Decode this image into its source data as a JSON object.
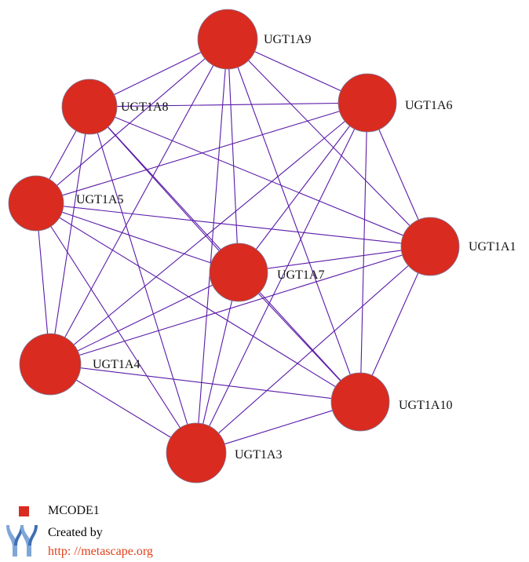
{
  "network": {
    "node_color": "#d92b1f",
    "edge_color": "#5a1aa8",
    "nodes": [
      {
        "id": "n9",
        "label": "UGT1A9"
      },
      {
        "id": "n8",
        "label": "UGT1A8"
      },
      {
        "id": "n6",
        "label": "UGT1A6"
      },
      {
        "id": "n5",
        "label": "UGT1A5"
      },
      {
        "id": "n1",
        "label": "UGT1A1"
      },
      {
        "id": "n7",
        "label": "UGT1A7"
      },
      {
        "id": "n4",
        "label": "UGT1A4"
      },
      {
        "id": "n10",
        "label": "UGT1A10"
      },
      {
        "id": "n3",
        "label": "UGT1A3"
      }
    ],
    "edges": [
      [
        "n9",
        "n8"
      ],
      [
        "n9",
        "n6"
      ],
      [
        "n9",
        "n5"
      ],
      [
        "n9",
        "n1"
      ],
      [
        "n9",
        "n7"
      ],
      [
        "n9",
        "n4"
      ],
      [
        "n9",
        "n10"
      ],
      [
        "n9",
        "n3"
      ],
      [
        "n8",
        "n6"
      ],
      [
        "n8",
        "n5"
      ],
      [
        "n8",
        "n1"
      ],
      [
        "n8",
        "n7"
      ],
      [
        "n8",
        "n4"
      ],
      [
        "n8",
        "n10"
      ],
      [
        "n8",
        "n3"
      ],
      [
        "n6",
        "n5"
      ],
      [
        "n6",
        "n1"
      ],
      [
        "n6",
        "n7"
      ],
      [
        "n6",
        "n4"
      ],
      [
        "n6",
        "n10"
      ],
      [
        "n6",
        "n3"
      ],
      [
        "n5",
        "n1"
      ],
      [
        "n5",
        "n7"
      ],
      [
        "n5",
        "n4"
      ],
      [
        "n5",
        "n10"
      ],
      [
        "n5",
        "n3"
      ],
      [
        "n1",
        "n7"
      ],
      [
        "n1",
        "n4"
      ],
      [
        "n1",
        "n10"
      ],
      [
        "n1",
        "n3"
      ],
      [
        "n7",
        "n4"
      ],
      [
        "n7",
        "n10"
      ],
      [
        "n7",
        "n3"
      ],
      [
        "n4",
        "n10"
      ],
      [
        "n4",
        "n3"
      ],
      [
        "n10",
        "n3"
      ]
    ]
  },
  "legend": {
    "label": "MCODE1",
    "color": "#d92b1f"
  },
  "credit": {
    "created_by": "Created by",
    "link_text": "http: //metascape.org",
    "icon": "metascape-logo-icon"
  }
}
